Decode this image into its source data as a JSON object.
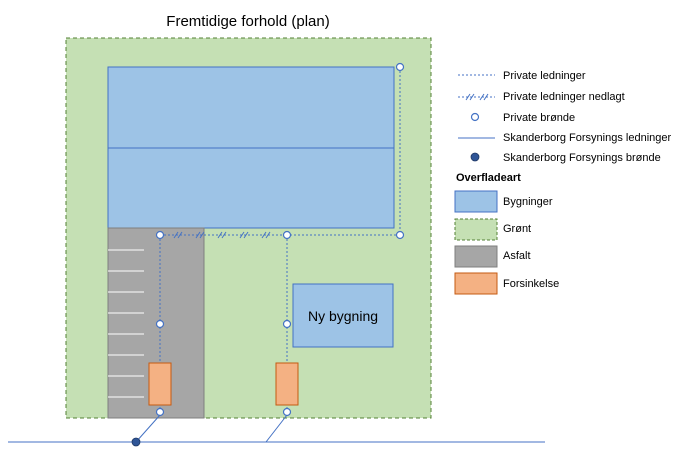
{
  "title": "Fremtidige forhold (plan)",
  "plan": {
    "new_building_label": "Ny bygning"
  },
  "legend": {
    "lines": [
      {
        "label": "Private ledninger"
      },
      {
        "label": "Private ledninger nedlagt"
      },
      {
        "label": "Private brønde"
      },
      {
        "label": "Skanderborg Forsynings ledninger"
      },
      {
        "label": "Skanderborg Forsynings brønde"
      }
    ],
    "surface_heading": "Overfladeart",
    "surfaces": [
      {
        "label": "Bygninger",
        "color": "#9dc3e6"
      },
      {
        "label": "Grønt",
        "color": "#c5e0b4"
      },
      {
        "label": "Asfalt",
        "color": "#a6a6a6"
      },
      {
        "label": "Forsinkelse",
        "color": "#f4b183"
      }
    ]
  },
  "colors": {
    "line_blue": "#4472c4",
    "building_border": "#4472c4",
    "green_border": "#538135",
    "asphalt_border": "#7f7f7f",
    "delay_border": "#c55a11"
  }
}
